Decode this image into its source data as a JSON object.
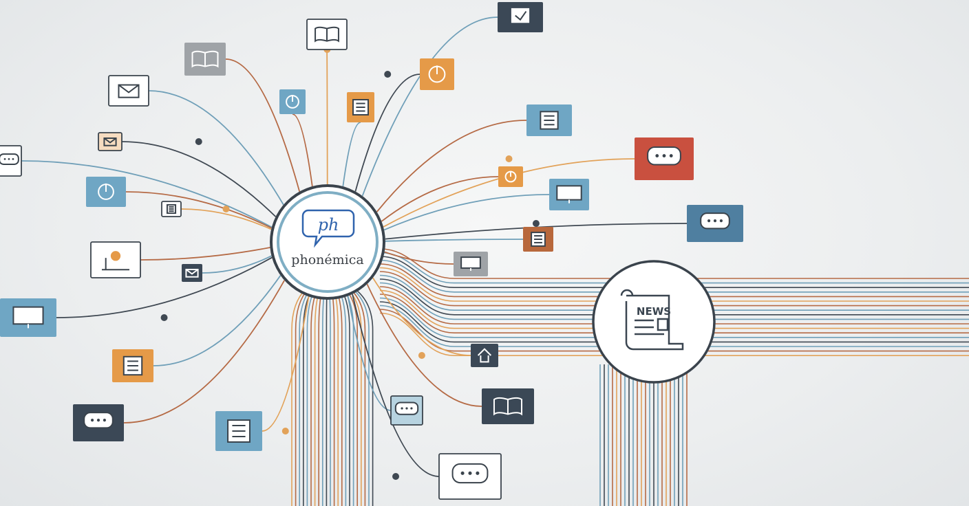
{
  "hub": {
    "brand_name": "phonémica",
    "logo_monogram": "ph"
  },
  "news_node": {
    "label": "NEWS"
  },
  "colors": {
    "dark": "#3b4856",
    "blue": "#6fa6c4",
    "orange": "#e59a48",
    "red": "#c9503f",
    "gray": "#9fa3a7",
    "brown": "#b8683c",
    "deep_blue": "#4f7fa0",
    "line_rust": "#b56a45",
    "line_orange": "#e2a259",
    "line_steel": "#6f9fb8",
    "line_dark": "#3f4852"
  },
  "icons": [
    "book-icon",
    "chat-icon",
    "mail-icon",
    "power-icon",
    "monitor-icon",
    "document-icon",
    "house-icon",
    "checkmark-icon",
    "newspaper-icon",
    "location-pin-icon",
    "profile-icon"
  ]
}
